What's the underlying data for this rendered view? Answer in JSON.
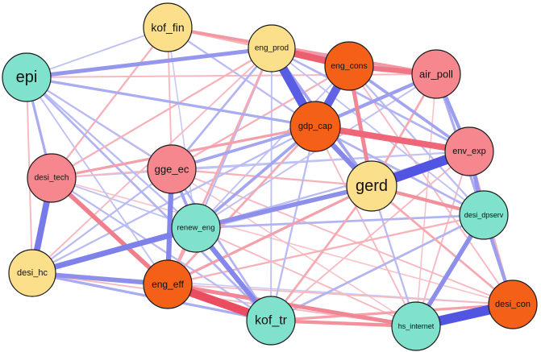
{
  "palette": {
    "positive": "#4a4ee0",
    "negative": "#e8344a",
    "yellow": "#fcdf8a",
    "teal": "#80e2cc",
    "pink": "#f6878f",
    "orange": "#f46018"
  },
  "nodes": [
    {
      "id": "kof_fin",
      "label": "kof_fin",
      "group": "yellow"
    },
    {
      "id": "eng_prod",
      "label": "eng_prod",
      "group": "yellow"
    },
    {
      "id": "eng_cons",
      "label": "eng_cons",
      "group": "orange"
    },
    {
      "id": "air_poll",
      "label": "air_poll",
      "group": "pink"
    },
    {
      "id": "epi",
      "label": "epi",
      "group": "teal"
    },
    {
      "id": "gdp_cap",
      "label": "gdp_cap",
      "group": "orange"
    },
    {
      "id": "env_exp",
      "label": "env_exp",
      "group": "pink"
    },
    {
      "id": "desi_tech",
      "label": "desi_tech",
      "group": "pink"
    },
    {
      "id": "gge_ec",
      "label": "gge_ec",
      "group": "pink"
    },
    {
      "id": "gerd",
      "label": "gerd",
      "group": "yellow"
    },
    {
      "id": "renew_eng",
      "label": "renew_eng",
      "group": "teal"
    },
    {
      "id": "desi_dpserv",
      "label": "desi_dpserv",
      "group": "teal"
    },
    {
      "id": "desi_hc",
      "label": "desi_hc",
      "group": "yellow"
    },
    {
      "id": "eng_eff",
      "label": "eng_eff",
      "group": "orange"
    },
    {
      "id": "kof_tr",
      "label": "kof_tr",
      "group": "teal"
    },
    {
      "id": "hs_internet",
      "label": "hs_internet",
      "group": "teal"
    },
    {
      "id": "desi_con",
      "label": "desi_con",
      "group": "orange"
    }
  ],
  "edges": [
    {
      "source": "eng_prod",
      "target": "gdp_cap",
      "sign": "positive",
      "strength": 0.9
    },
    {
      "source": "eng_cons",
      "target": "gdp_cap",
      "sign": "positive",
      "strength": 0.85
    },
    {
      "source": "gerd",
      "target": "env_exp",
      "sign": "positive",
      "strength": 0.95
    },
    {
      "source": "hs_internet",
      "target": "desi_con",
      "sign": "positive",
      "strength": 0.95
    },
    {
      "source": "eng_eff",
      "target": "kof_tr",
      "sign": "negative",
      "strength": 0.85
    },
    {
      "source": "eng_prod",
      "target": "eng_cons",
      "sign": "negative",
      "strength": 0.75
    },
    {
      "source": "desi_tech",
      "target": "desi_hc",
      "sign": "positive",
      "strength": 0.7
    },
    {
      "source": "desi_hc",
      "target": "renew_eng",
      "sign": "positive",
      "strength": 0.65
    },
    {
      "source": "gdp_cap",
      "target": "env_exp",
      "sign": "negative",
      "strength": 0.7
    },
    {
      "source": "gdp_cap",
      "target": "gerd",
      "sign": "positive",
      "strength": 0.6
    },
    {
      "source": "eng_cons",
      "target": "air_poll",
      "sign": "negative",
      "strength": 0.6
    },
    {
      "source": "gge_ec",
      "target": "eng_eff",
      "sign": "positive",
      "strength": 0.6
    },
    {
      "source": "gerd",
      "target": "renew_eng",
      "sign": "positive",
      "strength": 0.55
    },
    {
      "source": "desi_dpserv",
      "target": "hs_internet",
      "sign": "positive",
      "strength": 0.55
    },
    {
      "source": "desi_tech",
      "target": "eng_eff",
      "sign": "negative",
      "strength": 0.55
    },
    {
      "source": "renew_eng",
      "target": "kof_tr",
      "sign": "positive",
      "strength": 0.6
    },
    {
      "source": "epi",
      "target": "eng_prod",
      "sign": "positive",
      "strength": 0.5
    },
    {
      "source": "eng_eff",
      "target": "hs_internet",
      "sign": "negative",
      "strength": 0.5
    },
    {
      "source": "desi_hc",
      "target": "eng_eff",
      "sign": "positive",
      "strength": 0.55
    },
    {
      "source": "air_poll",
      "target": "gdp_cap",
      "sign": "positive",
      "strength": 0.45
    },
    {
      "source": "air_poll",
      "target": "env_exp",
      "sign": "positive",
      "strength": 0.45
    },
    {
      "source": "env_exp",
      "target": "desi_dpserv",
      "sign": "positive",
      "strength": 0.5
    },
    {
      "source": "desi_dpserv",
      "target": "desi_con",
      "sign": "positive",
      "strength": 0.45
    },
    {
      "source": "gerd",
      "target": "desi_dpserv",
      "sign": "negative",
      "strength": 0.45
    },
    {
      "source": "kof_tr",
      "target": "hs_internet",
      "sign": "negative",
      "strength": 0.45
    },
    {
      "source": "eng_prod",
      "target": "gerd",
      "sign": "positive",
      "strength": 0.4
    },
    {
      "source": "gdp_cap",
      "target": "gge_ec",
      "sign": "positive",
      "strength": 0.4
    },
    {
      "source": "kof_fin",
      "target": "air_poll",
      "sign": "negative",
      "strength": 0.4
    },
    {
      "source": "epi",
      "target": "desi_tech",
      "sign": "positive",
      "strength": 0.35
    },
    {
      "source": "epi",
      "target": "gdp_cap",
      "sign": "positive",
      "strength": 0.35
    },
    {
      "source": "eng_cons",
      "target": "gerd",
      "sign": "negative",
      "strength": 0.5
    },
    {
      "source": "eng_cons",
      "target": "env_exp",
      "sign": "positive",
      "strength": 0.4
    },
    {
      "source": "gge_ec",
      "target": "renew_eng",
      "sign": "positive",
      "strength": 0.4
    },
    {
      "source": "desi_tech",
      "target": "gdp_cap",
      "sign": "negative",
      "strength": 0.35
    },
    {
      "source": "renew_eng",
      "target": "gdp_cap",
      "sign": "positive",
      "strength": 0.4
    },
    {
      "source": "desi_hc",
      "target": "kof_tr",
      "sign": "positive",
      "strength": 0.35
    },
    {
      "source": "kof_tr",
      "target": "desi_con",
      "sign": "negative",
      "strength": 0.35
    },
    {
      "source": "eng_eff",
      "target": "gerd",
      "sign": "negative",
      "strength": 0.35
    },
    {
      "source": "renew_eng",
      "target": "desi_dpserv",
      "sign": "positive",
      "strength": 0.3
    },
    {
      "source": "gerd",
      "target": "kof_tr",
      "sign": "negative",
      "strength": 0.3
    },
    {
      "source": "air_poll",
      "target": "desi_dpserv",
      "sign": "positive",
      "strength": 0.35
    },
    {
      "source": "eng_prod",
      "target": "env_exp",
      "sign": "positive",
      "strength": 0.3
    },
    {
      "source": "kof_fin",
      "target": "eng_prod",
      "sign": "negative",
      "strength": 0.25
    },
    {
      "source": "kof_fin",
      "target": "gdp_cap",
      "sign": "positive",
      "strength": 0.25
    },
    {
      "source": "kof_fin",
      "target": "epi",
      "sign": "positive",
      "strength": 0.2
    },
    {
      "source": "kof_fin",
      "target": "desi_tech",
      "sign": "negative",
      "strength": 0.25
    },
    {
      "source": "kof_fin",
      "target": "gge_ec",
      "sign": "negative",
      "strength": 0.2
    },
    {
      "source": "epi",
      "target": "air_poll",
      "sign": "negative",
      "strength": 0.2
    },
    {
      "source": "epi",
      "target": "gge_ec",
      "sign": "positive",
      "strength": 0.25
    },
    {
      "source": "epi",
      "target": "renew_eng",
      "sign": "positive",
      "strength": 0.25
    },
    {
      "source": "epi",
      "target": "kof_tr",
      "sign": "positive",
      "strength": 0.3
    },
    {
      "source": "epi",
      "target": "desi_hc",
      "sign": "negative",
      "strength": 0.2
    },
    {
      "source": "epi",
      "target": "eng_eff",
      "sign": "positive",
      "strength": 0.2
    },
    {
      "source": "desi_tech",
      "target": "kof_tr",
      "sign": "positive",
      "strength": 0.25
    },
    {
      "source": "desi_tech",
      "target": "env_exp",
      "sign": "positive",
      "strength": 0.2
    },
    {
      "source": "desi_tech",
      "target": "gge_ec",
      "sign": "negative",
      "strength": 0.2
    },
    {
      "source": "desi_tech",
      "target": "renew_eng",
      "sign": "positive",
      "strength": 0.2
    },
    {
      "source": "gge_ec",
      "target": "gerd",
      "sign": "negative",
      "strength": 0.25
    },
    {
      "source": "gge_ec",
      "target": "desi_hc",
      "sign": "positive",
      "strength": 0.25
    },
    {
      "source": "gge_ec",
      "target": "kof_tr",
      "sign": "positive",
      "strength": 0.3
    },
    {
      "source": "gge_ec",
      "target": "eng_cons",
      "sign": "negative",
      "strength": 0.25
    },
    {
      "source": "gge_ec",
      "target": "desi_con",
      "sign": "negative",
      "strength": 0.2
    },
    {
      "source": "gge_ec",
      "target": "env_exp",
      "sign": "positive",
      "strength": 0.2
    },
    {
      "source": "renew_eng",
      "target": "eng_eff",
      "sign": "negative",
      "strength": 0.3
    },
    {
      "source": "renew_eng",
      "target": "env_exp",
      "sign": "positive",
      "strength": 0.25
    },
    {
      "source": "renew_eng",
      "target": "hs_internet",
      "sign": "negative",
      "strength": 0.2
    },
    {
      "source": "renew_eng",
      "target": "eng_prod",
      "sign": "positive",
      "strength": 0.25
    },
    {
      "source": "renew_eng",
      "target": "air_poll",
      "sign": "negative",
      "strength": 0.2
    },
    {
      "source": "desi_hc",
      "target": "gdp_cap",
      "sign": "positive",
      "strength": 0.25
    },
    {
      "source": "desi_hc",
      "target": "hs_internet",
      "sign": "negative",
      "strength": 0.2
    },
    {
      "source": "desi_hc",
      "target": "gerd",
      "sign": "positive",
      "strength": 0.2
    },
    {
      "source": "eng_eff",
      "target": "desi_dpserv",
      "sign": "negative",
      "strength": 0.25
    },
    {
      "source": "eng_eff",
      "target": "gdp_cap",
      "sign": "negative",
      "strength": 0.3
    },
    {
      "source": "eng_eff",
      "target": "desi_con",
      "sign": "negative",
      "strength": 0.2
    },
    {
      "source": "eng_eff",
      "target": "eng_prod",
      "sign": "negative",
      "strength": 0.3
    },
    {
      "source": "kof_tr",
      "target": "desi_dpserv",
      "sign": "positive",
      "strength": 0.3
    },
    {
      "source": "kof_tr",
      "target": "gdp_cap",
      "sign": "positive",
      "strength": 0.25
    },
    {
      "source": "kof_tr",
      "target": "env_exp",
      "sign": "negative",
      "strength": 0.2
    },
    {
      "source": "kof_tr",
      "target": "eng_prod",
      "sign": "positive",
      "strength": 0.2
    },
    {
      "source": "hs_internet",
      "target": "gerd",
      "sign": "positive",
      "strength": 0.25
    },
    {
      "source": "hs_internet",
      "target": "env_exp",
      "sign": "negative",
      "strength": 0.2
    },
    {
      "source": "hs_internet",
      "target": "gdp_cap",
      "sign": "negative",
      "strength": 0.2
    },
    {
      "source": "desi_con",
      "target": "gerd",
      "sign": "negative",
      "strength": 0.3
    },
    {
      "source": "desi_con",
      "target": "env_exp",
      "sign": "negative",
      "strength": 0.25
    },
    {
      "source": "desi_con",
      "target": "air_poll",
      "sign": "positive",
      "strength": 0.2
    },
    {
      "source": "desi_con",
      "target": "eng_cons",
      "sign": "negative",
      "strength": 0.2
    },
    {
      "source": "desi_dpserv",
      "target": "gdp_cap",
      "sign": "positive",
      "strength": 0.3
    },
    {
      "source": "desi_dpserv",
      "target": "eng_cons",
      "sign": "positive",
      "strength": 0.25
    },
    {
      "source": "desi_dpserv",
      "target": "eng_prod",
      "sign": "positive",
      "strength": 0.2
    },
    {
      "source": "env_exp",
      "target": "eng_cons",
      "sign": "negative",
      "strength": 0.25
    },
    {
      "source": "eng_prod",
      "target": "air_poll",
      "sign": "positive",
      "strength": 0.3
    },
    {
      "source": "eng_prod",
      "target": "desi_tech",
      "sign": "negative",
      "strength": 0.25
    },
    {
      "source": "eng_prod",
      "target": "gge_ec",
      "sign": "positive",
      "strength": 0.3
    },
    {
      "source": "eng_prod",
      "target": "desi_hc",
      "sign": "negative",
      "strength": 0.2
    },
    {
      "source": "eng_cons",
      "target": "kof_fin",
      "sign": "negative",
      "strength": 0.25
    },
    {
      "source": "air_poll",
      "target": "gerd",
      "sign": "negative",
      "strength": 0.3
    },
    {
      "source": "air_poll",
      "target": "renew_eng",
      "sign": "positive",
      "strength": 0.2
    },
    {
      "source": "gerd",
      "target": "desi_con",
      "sign": "negative",
      "strength": 0.25
    },
    {
      "source": "gerd",
      "target": "hs_internet",
      "sign": "negative",
      "strength": 0.2
    },
    {
      "source": "epi",
      "target": "hs_internet",
      "sign": "negative",
      "strength": 0.15
    },
    {
      "source": "kof_fin",
      "target": "renew_eng",
      "sign": "positive",
      "strength": 0.15
    },
    {
      "source": "desi_tech",
      "target": "desi_con",
      "sign": "negative",
      "strength": 0.15
    },
    {
      "source": "desi_hc",
      "target": "desi_con",
      "sign": "positive",
      "strength": 0.15
    },
    {
      "source": "eng_cons",
      "target": "renew_eng",
      "sign": "positive",
      "strength": 0.2
    },
    {
      "source": "air_poll",
      "target": "hs_internet",
      "sign": "negative",
      "strength": 0.15
    }
  ]
}
